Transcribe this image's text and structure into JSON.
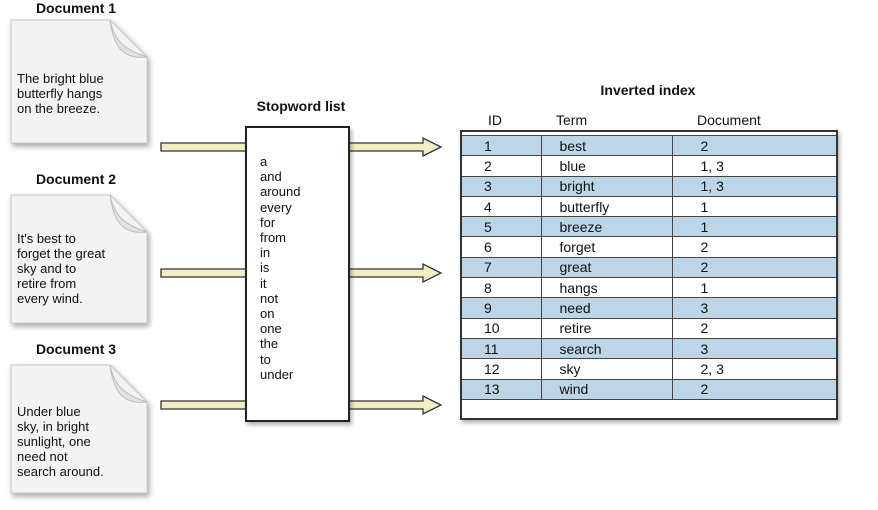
{
  "documents": [
    {
      "title": "Document 1",
      "text": "The bright blue\nbutterfly hangs\non the breeze."
    },
    {
      "title": "Document 2",
      "text": "It's best to\nforget the great\nsky and to\nretire from\nevery wind."
    },
    {
      "title": "Document 3",
      "text": "Under blue\nsky, in bright\nsunlight, one\nneed not\nsearch around."
    }
  ],
  "stopword": {
    "title": "Stopword list",
    "words": [
      "a",
      "and",
      "around",
      "every",
      "for",
      "from",
      "in",
      "is",
      "it",
      "not",
      "on",
      "one",
      "the",
      "to",
      "under"
    ]
  },
  "inverted_index": {
    "title": "Inverted index",
    "headers": {
      "id": "ID",
      "term": "Term",
      "document": "Document"
    },
    "rows": [
      {
        "id": "1",
        "term": "best",
        "document": "2"
      },
      {
        "id": "2",
        "term": "blue",
        "document": "1, 3"
      },
      {
        "id": "3",
        "term": "bright",
        "document": "1, 3"
      },
      {
        "id": "4",
        "term": "butterfly",
        "document": "1"
      },
      {
        "id": "5",
        "term": "breeze",
        "document": "1"
      },
      {
        "id": "6",
        "term": "forget",
        "document": "2"
      },
      {
        "id": "7",
        "term": "great",
        "document": "2"
      },
      {
        "id": "8",
        "term": "hangs",
        "document": "1"
      },
      {
        "id": "9",
        "term": "need",
        "document": "3"
      },
      {
        "id": "10",
        "term": "retire",
        "document": "2"
      },
      {
        "id": "11",
        "term": "search",
        "document": "3"
      },
      {
        "id": "12",
        "term": "sky",
        "document": "2, 3"
      },
      {
        "id": "13",
        "term": "wind",
        "document": "2"
      }
    ]
  },
  "colors": {
    "row_shade": "#bcd6e8",
    "arrow_fill": "#f1efc2"
  }
}
